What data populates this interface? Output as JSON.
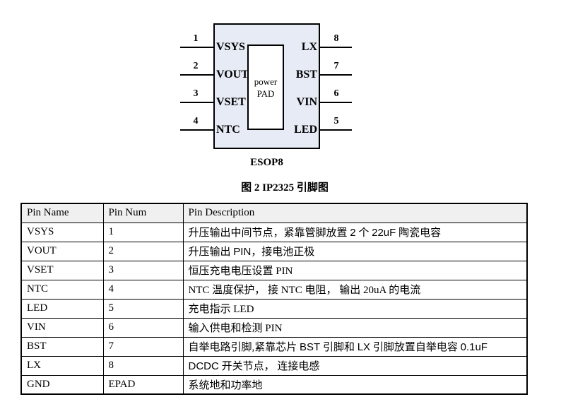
{
  "diagram": {
    "chip_fill": "#e7ebf6",
    "pad_label_line1": "power",
    "pad_label_line2": "PAD",
    "package_label": "ESOP8",
    "left_pins": [
      {
        "num": "1",
        "name": "VSYS"
      },
      {
        "num": "2",
        "name": "VOUT"
      },
      {
        "num": "3",
        "name": "VSET"
      },
      {
        "num": "4",
        "name": "NTC"
      }
    ],
    "right_pins": [
      {
        "num": "8",
        "name": "LX"
      },
      {
        "num": "7",
        "name": "BST"
      },
      {
        "num": "6",
        "name": "VIN"
      },
      {
        "num": "5",
        "name": "LED"
      }
    ]
  },
  "caption": "图 2  IP2325 引脚图",
  "table": {
    "header_fill": "#f0f0f0",
    "headers": [
      "Pin Name",
      "Pin Num",
      "Pin Description"
    ],
    "rows": [
      {
        "name": "VSYS",
        "num": "1",
        "desc": [
          {
            "t": "升压输出中间节点，紧靠管脚放置 "
          },
          {
            "t": "2",
            "sans": true
          },
          {
            "t": " 个 "
          },
          {
            "t": "22uF",
            "sans": true
          },
          {
            "t": " 陶瓷电容"
          }
        ]
      },
      {
        "name": "VOUT",
        "num": "2",
        "desc": [
          {
            "t": "升压输出 "
          },
          {
            "t": "PIN",
            "sans": true
          },
          {
            "t": "，接电池正极"
          }
        ]
      },
      {
        "name": "VSET",
        "num": "3",
        "desc": [
          {
            "t": "恒压充电电压设置 PIN"
          }
        ]
      },
      {
        "name": "NTC",
        "num": "4",
        "desc": [
          {
            "t": "NTC 温度保护， 接 NTC 电阻， 输出 20uA 的电流"
          }
        ]
      },
      {
        "name": "LED",
        "num": "5",
        "desc": [
          {
            "t": "充电指示 LED"
          }
        ]
      },
      {
        "name": "VIN",
        "num": "6",
        "desc": [
          {
            "t": "输入供电和检测 PIN"
          }
        ]
      },
      {
        "name": "BST",
        "num": "7",
        "desc": [
          {
            "t": "自举电路引脚,紧靠芯片 "
          },
          {
            "t": "BST",
            "sans": true
          },
          {
            "t": " 引脚和 "
          },
          {
            "t": "LX",
            "sans": true
          },
          {
            "t": " 引脚放置自举电容 "
          },
          {
            "t": "0.1uF",
            "sans": true
          }
        ]
      },
      {
        "name": "LX",
        "num": "8",
        "desc": [
          {
            "t": "DCDC",
            "sans": true
          },
          {
            "t": " 开关节点， 连接电感"
          }
        ]
      },
      {
        "name": "GND",
        "num": "EPAD",
        "desc": [
          {
            "t": "系统地和功率地"
          }
        ]
      }
    ]
  }
}
